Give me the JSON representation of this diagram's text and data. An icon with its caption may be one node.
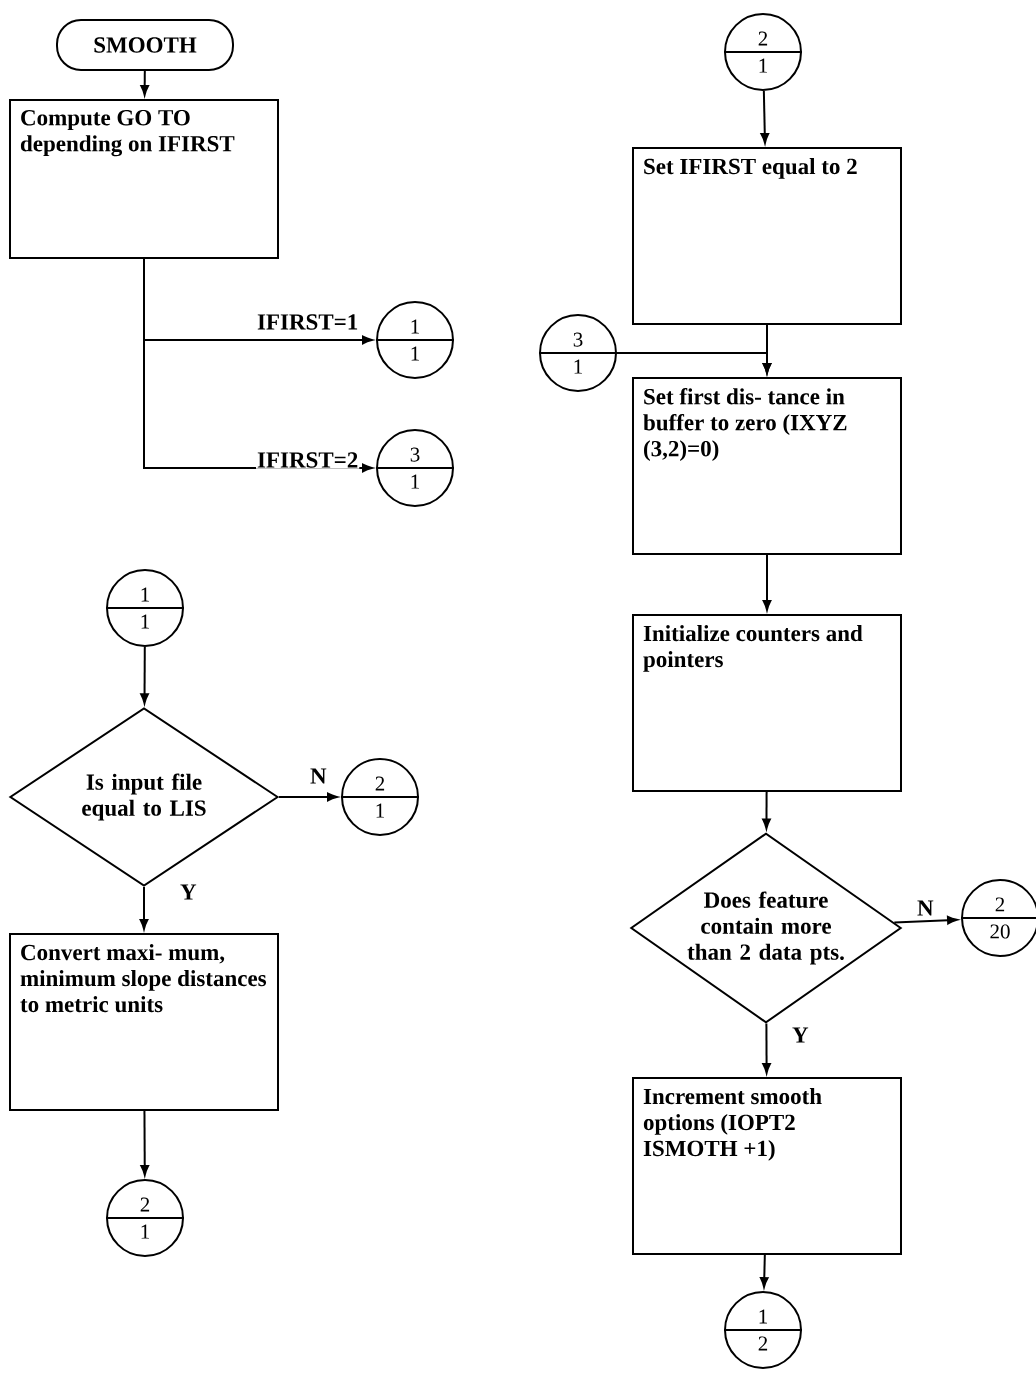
{
  "diagram": {
    "nodes": [
      {
        "text": [
          "SMOOTH"
        ]
      },
      {
        "text": [
          "Compute GO TO depending on IFIRST"
        ]
      },
      {
        "text": [
          "1",
          "1"
        ]
      },
      {
        "text": [
          "3",
          "1"
        ]
      },
      {
        "text": [
          "1",
          "1"
        ]
      },
      {
        "text": [
          "Is input file equal to LIS"
        ]
      },
      {
        "text": [
          "2",
          "1"
        ]
      },
      {
        "text": [
          "Convert maxi- mum, minimum slope distances to metric units"
        ]
      },
      {
        "text": [
          "2",
          "1"
        ]
      },
      {
        "text": [
          "2",
          "1"
        ]
      },
      {
        "text": [
          "Set IFIRST equal to 2"
        ]
      },
      {
        "text": [
          "3",
          "1"
        ]
      },
      {
        "text": [
          "Set first dis- tance in buffer to zero (IXYZ (3,2)=0)"
        ]
      },
      {
        "text": [
          "Initialize counters and pointers"
        ]
      },
      {
        "text": [
          "Does feature contain more than 2 data pts."
        ]
      },
      {
        "text": [
          "2",
          "20"
        ]
      },
      {
        "text": [
          "Increment smooth options (IOPT2 ISMOTH +1)"
        ]
      },
      {
        "text": [
          "1",
          "2"
        ]
      }
    ],
    "edges": [
      {
        "from": 0,
        "to": 1,
        "arrow": "to"
      },
      {
        "from": 1,
        "to": 2,
        "arrow": "to",
        "label": "IFIRST=1"
      },
      {
        "from": 1,
        "to": 3,
        "arrow": "to",
        "label": "IFIRST=2"
      },
      {
        "from": 4,
        "to": 5,
        "arrow": "to"
      },
      {
        "from": 5,
        "to": 6,
        "arrow": "to",
        "label": "N"
      },
      {
        "from": 5,
        "to": 7,
        "arrow": "to",
        "label": "Y"
      },
      {
        "from": 7,
        "to": 8,
        "arrow": "to"
      },
      {
        "from": 9,
        "to": 10,
        "arrow": "to"
      },
      {
        "from": 10,
        "to": 12,
        "arrow": "to"
      },
      {
        "from": 11,
        "to": 12,
        "arrow": "to"
      },
      {
        "from": 12,
        "to": 13,
        "arrow": "to"
      },
      {
        "from": 13,
        "to": 14,
        "arrow": "to"
      },
      {
        "from": 14,
        "to": 15,
        "arrow": "to",
        "label": "N"
      },
      {
        "from": 14,
        "to": 16,
        "arrow": "to",
        "label": "Y"
      },
      {
        "from": 16,
        "to": 17,
        "arrow": "to"
      }
    ]
  }
}
